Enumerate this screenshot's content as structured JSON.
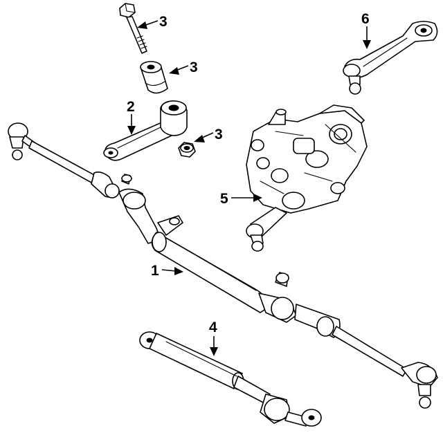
{
  "callouts": {
    "c1": "1",
    "c2": "2",
    "c3a": "3",
    "c3b": "3",
    "c3c": "3",
    "c4": "4",
    "c5": "5",
    "c6": "6"
  }
}
